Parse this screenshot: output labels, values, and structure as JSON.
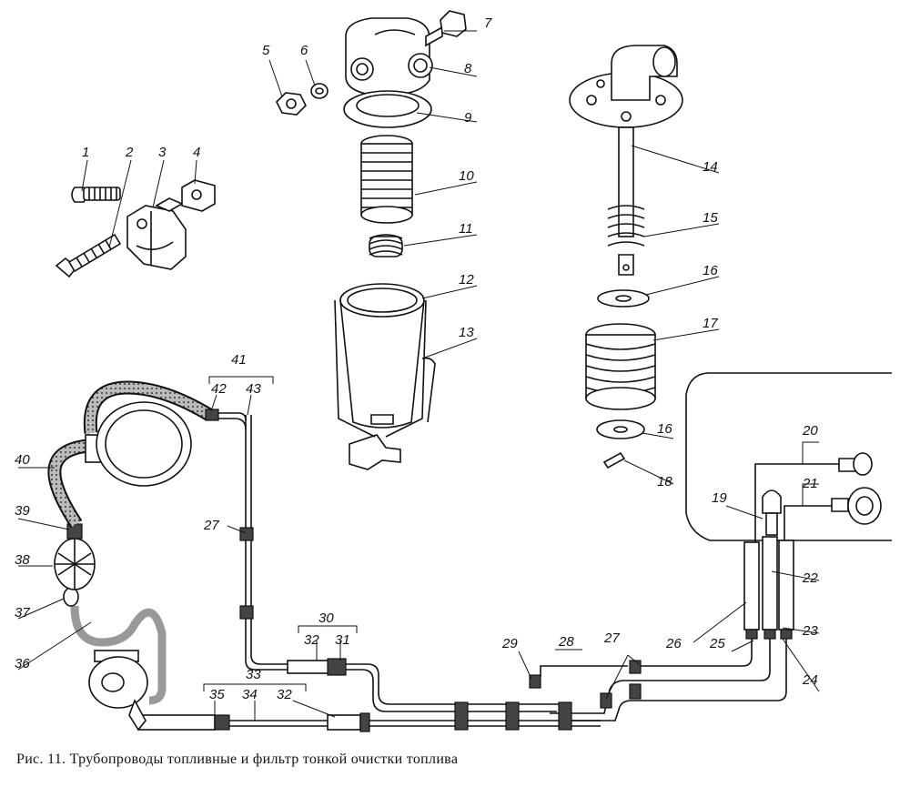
{
  "caption": "Рис. 11. Трубопроводы топливные и фильтр тонкой очистки топлива",
  "labels": {
    "l1": "1",
    "l2": "2",
    "l3": "3",
    "l4": "4",
    "l5": "5",
    "l6": "6",
    "l7": "7",
    "l8": "8",
    "l9": "9",
    "l10": "10",
    "l11": "11",
    "l12": "12",
    "l13": "13",
    "l14": "14",
    "l15": "15",
    "l16a": "16",
    "l16b": "16",
    "l17": "17",
    "l18": "18",
    "l19": "19",
    "l20": "20",
    "l21": "21",
    "l22": "22",
    "l23": "23",
    "l24": "24",
    "l25": "25",
    "l26": "26",
    "l27a": "27",
    "l27b": "27",
    "l28": "28",
    "l29": "29",
    "l30": "30",
    "l31": "31",
    "l32a": "32",
    "l32b": "32",
    "l33": "33",
    "l34": "34",
    "l35": "35",
    "l36": "36",
    "l37": "37",
    "l38": "38",
    "l39": "39",
    "l40": "40",
    "l41": "41",
    "l42": "42",
    "l43": "43"
  }
}
